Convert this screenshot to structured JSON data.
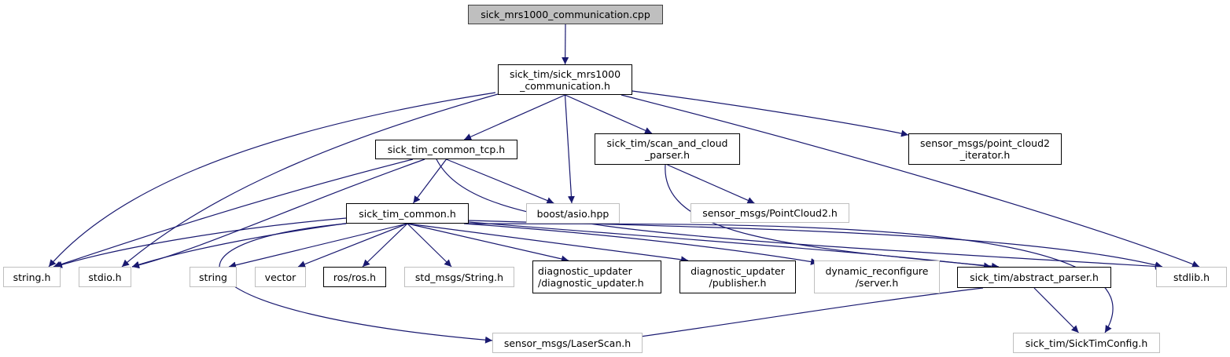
{
  "diagram": {
    "title": "Include dependency graph for sick_mrs1000_communication.cpp",
    "edge_color": "#191970",
    "node_styles": {
      "root": {
        "fill": "#bfbfbf",
        "border": "#404040"
      },
      "documented": {
        "fill": "#ffffff",
        "border": "#000000"
      },
      "external": {
        "fill": "#ffffff",
        "border": "#bfbfbf"
      }
    },
    "nodes": [
      {
        "id": "root",
        "label": "sick_mrs1000_communication.cpp",
        "kind": "root"
      },
      {
        "id": "mrs_h",
        "label": "sick_tim/sick_mrs1000\n_communication.h",
        "kind": "documented"
      },
      {
        "id": "tcp_h",
        "label": "sick_tim_common_tcp.h",
        "kind": "documented"
      },
      {
        "id": "scp_h",
        "label": "sick_tim/scan_and_cloud\n_parser.h",
        "kind": "documented"
      },
      {
        "id": "pci_h",
        "label": "sensor_msgs/point_cloud2\n_iterator.h",
        "kind": "documented"
      },
      {
        "id": "common_h",
        "label": "sick_tim_common.h",
        "kind": "documented"
      },
      {
        "id": "asio",
        "label": "boost/asio.hpp",
        "kind": "external"
      },
      {
        "id": "pc2",
        "label": "sensor_msgs/PointCloud2.h",
        "kind": "external"
      },
      {
        "id": "string_h",
        "label": "string.h",
        "kind": "external"
      },
      {
        "id": "stdio_h",
        "label": "stdio.h",
        "kind": "external"
      },
      {
        "id": "string",
        "label": "string",
        "kind": "external"
      },
      {
        "id": "vector",
        "label": "vector",
        "kind": "external"
      },
      {
        "id": "ros_h",
        "label": "ros/ros.h",
        "kind": "documented"
      },
      {
        "id": "std_string",
        "label": "std_msgs/String.h",
        "kind": "external"
      },
      {
        "id": "diag_upd",
        "label": "diagnostic_updater\n/diagnostic_updater.h",
        "kind": "documented"
      },
      {
        "id": "diag_pub",
        "label": "diagnostic_updater\n/publisher.h",
        "kind": "documented"
      },
      {
        "id": "dyn_srv",
        "label": "dynamic_reconfigure\n/server.h",
        "kind": "external"
      },
      {
        "id": "abs_parser",
        "label": "sick_tim/abstract_parser.h",
        "kind": "documented"
      },
      {
        "id": "stdlib_h",
        "label": "stdlib.h",
        "kind": "external"
      },
      {
        "id": "laserscan",
        "label": "sensor_msgs/LaserScan.h",
        "kind": "external"
      },
      {
        "id": "timcfg",
        "label": "sick_tim/SickTimConfig.h",
        "kind": "external"
      }
    ],
    "edges": [
      {
        "from": "root",
        "to": "mrs_h"
      },
      {
        "from": "mrs_h",
        "to": "tcp_h"
      },
      {
        "from": "mrs_h",
        "to": "asio"
      },
      {
        "from": "mrs_h",
        "to": "scp_h"
      },
      {
        "from": "mrs_h",
        "to": "pci_h"
      },
      {
        "from": "mrs_h",
        "to": "string_h"
      },
      {
        "from": "mrs_h",
        "to": "stdio_h"
      },
      {
        "from": "mrs_h",
        "to": "stdlib_h"
      },
      {
        "from": "tcp_h",
        "to": "common_h"
      },
      {
        "from": "tcp_h",
        "to": "asio"
      },
      {
        "from": "tcp_h",
        "to": "string_h"
      },
      {
        "from": "tcp_h",
        "to": "stdio_h"
      },
      {
        "from": "tcp_h",
        "to": "stdlib_h"
      },
      {
        "from": "scp_h",
        "to": "pc2"
      },
      {
        "from": "scp_h",
        "to": "abs_parser"
      },
      {
        "from": "common_h",
        "to": "string_h"
      },
      {
        "from": "common_h",
        "to": "stdio_h"
      },
      {
        "from": "common_h",
        "to": "string"
      },
      {
        "from": "common_h",
        "to": "vector"
      },
      {
        "from": "common_h",
        "to": "ros_h"
      },
      {
        "from": "common_h",
        "to": "std_string"
      },
      {
        "from": "common_h",
        "to": "diag_upd"
      },
      {
        "from": "common_h",
        "to": "diag_pub"
      },
      {
        "from": "common_h",
        "to": "dyn_srv"
      },
      {
        "from": "common_h",
        "to": "abs_parser"
      },
      {
        "from": "common_h",
        "to": "stdlib_h"
      },
      {
        "from": "common_h",
        "to": "laserscan"
      },
      {
        "from": "common_h",
        "to": "timcfg"
      },
      {
        "from": "abs_parser",
        "to": "laserscan"
      },
      {
        "from": "abs_parser",
        "to": "timcfg"
      }
    ]
  }
}
